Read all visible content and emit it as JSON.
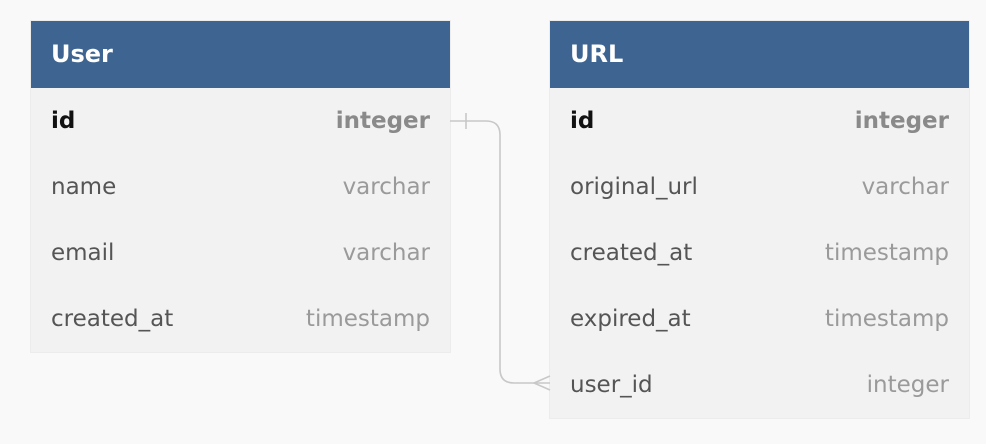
{
  "tables": [
    {
      "title": "User",
      "fields": [
        {
          "name": "id",
          "type": "integer",
          "primary_key": true
        },
        {
          "name": "name",
          "type": "varchar",
          "primary_key": false
        },
        {
          "name": "email",
          "type": "varchar",
          "primary_key": false
        },
        {
          "name": "created_at",
          "type": "timestamp",
          "primary_key": false
        }
      ]
    },
    {
      "title": "URL",
      "fields": [
        {
          "name": "id",
          "type": "integer",
          "primary_key": true
        },
        {
          "name": "original_url",
          "type": "varchar",
          "primary_key": false
        },
        {
          "name": "created_at",
          "type": "timestamp",
          "primary_key": false
        },
        {
          "name": "expired_at",
          "type": "timestamp",
          "primary_key": false
        },
        {
          "name": "user_id",
          "type": "integer",
          "primary_key": false
        }
      ]
    }
  ],
  "relationships": [
    {
      "from": "User.id",
      "to": "URL.user_id",
      "from_cardinality": "one",
      "to_cardinality": "many"
    }
  ],
  "colors": {
    "header_background": "#3e6591",
    "header_text": "#ffffff",
    "table_background": "#f2f2f2",
    "page_background": "#f9f9f9",
    "connector_line": "#c8c8c8"
  }
}
